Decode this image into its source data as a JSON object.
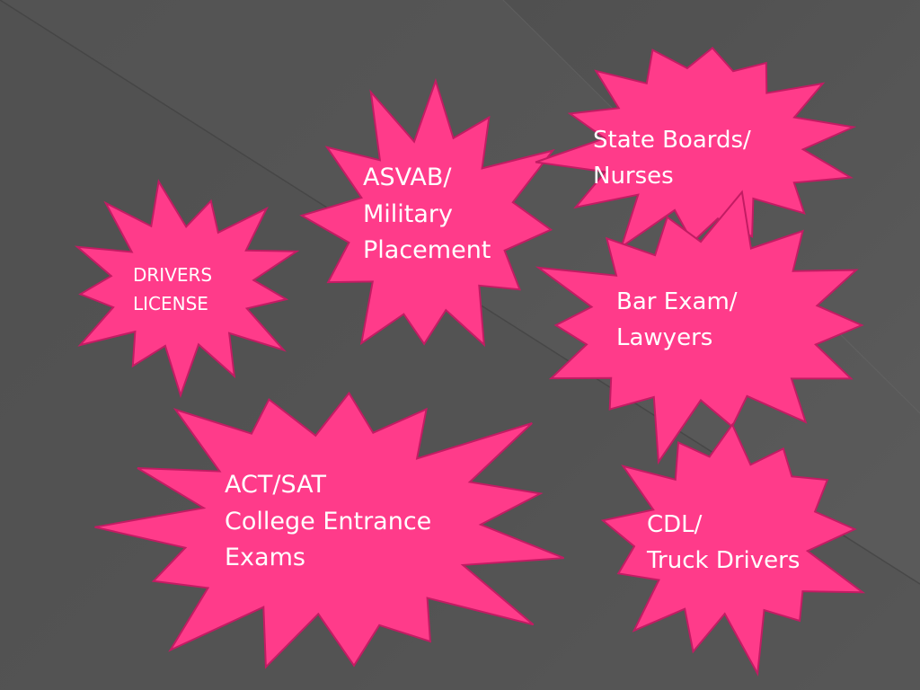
{
  "colors": {
    "burst_fill": "#ff3b8a",
    "burst_stroke": "#c21c63",
    "text": "#ffffff",
    "background": "#525252"
  },
  "bursts": {
    "drivers_license": {
      "lines": [
        "DRIVERS",
        "LICENSE"
      ]
    },
    "asvab": {
      "lines": [
        "ASVAB/",
        "Military",
        "Placement"
      ]
    },
    "state_boards": {
      "lines": [
        "State Boards/",
        "Nurses"
      ]
    },
    "bar_exam": {
      "lines": [
        "Bar Exam/",
        "Lawyers"
      ]
    },
    "act_sat": {
      "lines": [
        "ACT/SAT",
        "College Entrance",
        "Exams"
      ]
    },
    "cdl": {
      "lines": [
        "CDL/",
        "Truck Drivers"
      ]
    }
  }
}
